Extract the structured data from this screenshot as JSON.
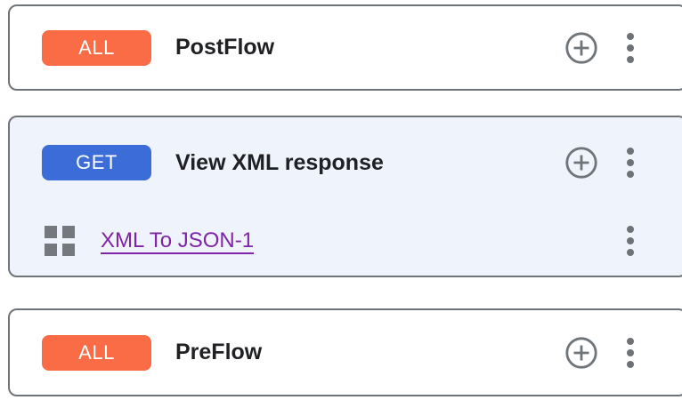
{
  "colors": {
    "badge_all_bg": "#f96c45",
    "badge_get_bg": "#3c6cd7",
    "highlight_card_bg": "#eff3fb",
    "card_bg": "#ffffff",
    "card_border": "#6f7479",
    "icon_gray": "#6e7276",
    "title_text": "#202124",
    "policy_link": "#7f24a8"
  },
  "icons": {
    "add": "plus-circle",
    "menu": "kebab-vertical-three-dots",
    "drag": "grid-handle-four-squares"
  },
  "cards": [
    {
      "badge": "ALL",
      "title": "PostFlow"
    },
    {
      "badge": "GET",
      "title": "View XML response",
      "policies": [
        {
          "label": "XML To JSON-1"
        }
      ]
    },
    {
      "badge": "ALL",
      "title": "PreFlow"
    }
  ]
}
